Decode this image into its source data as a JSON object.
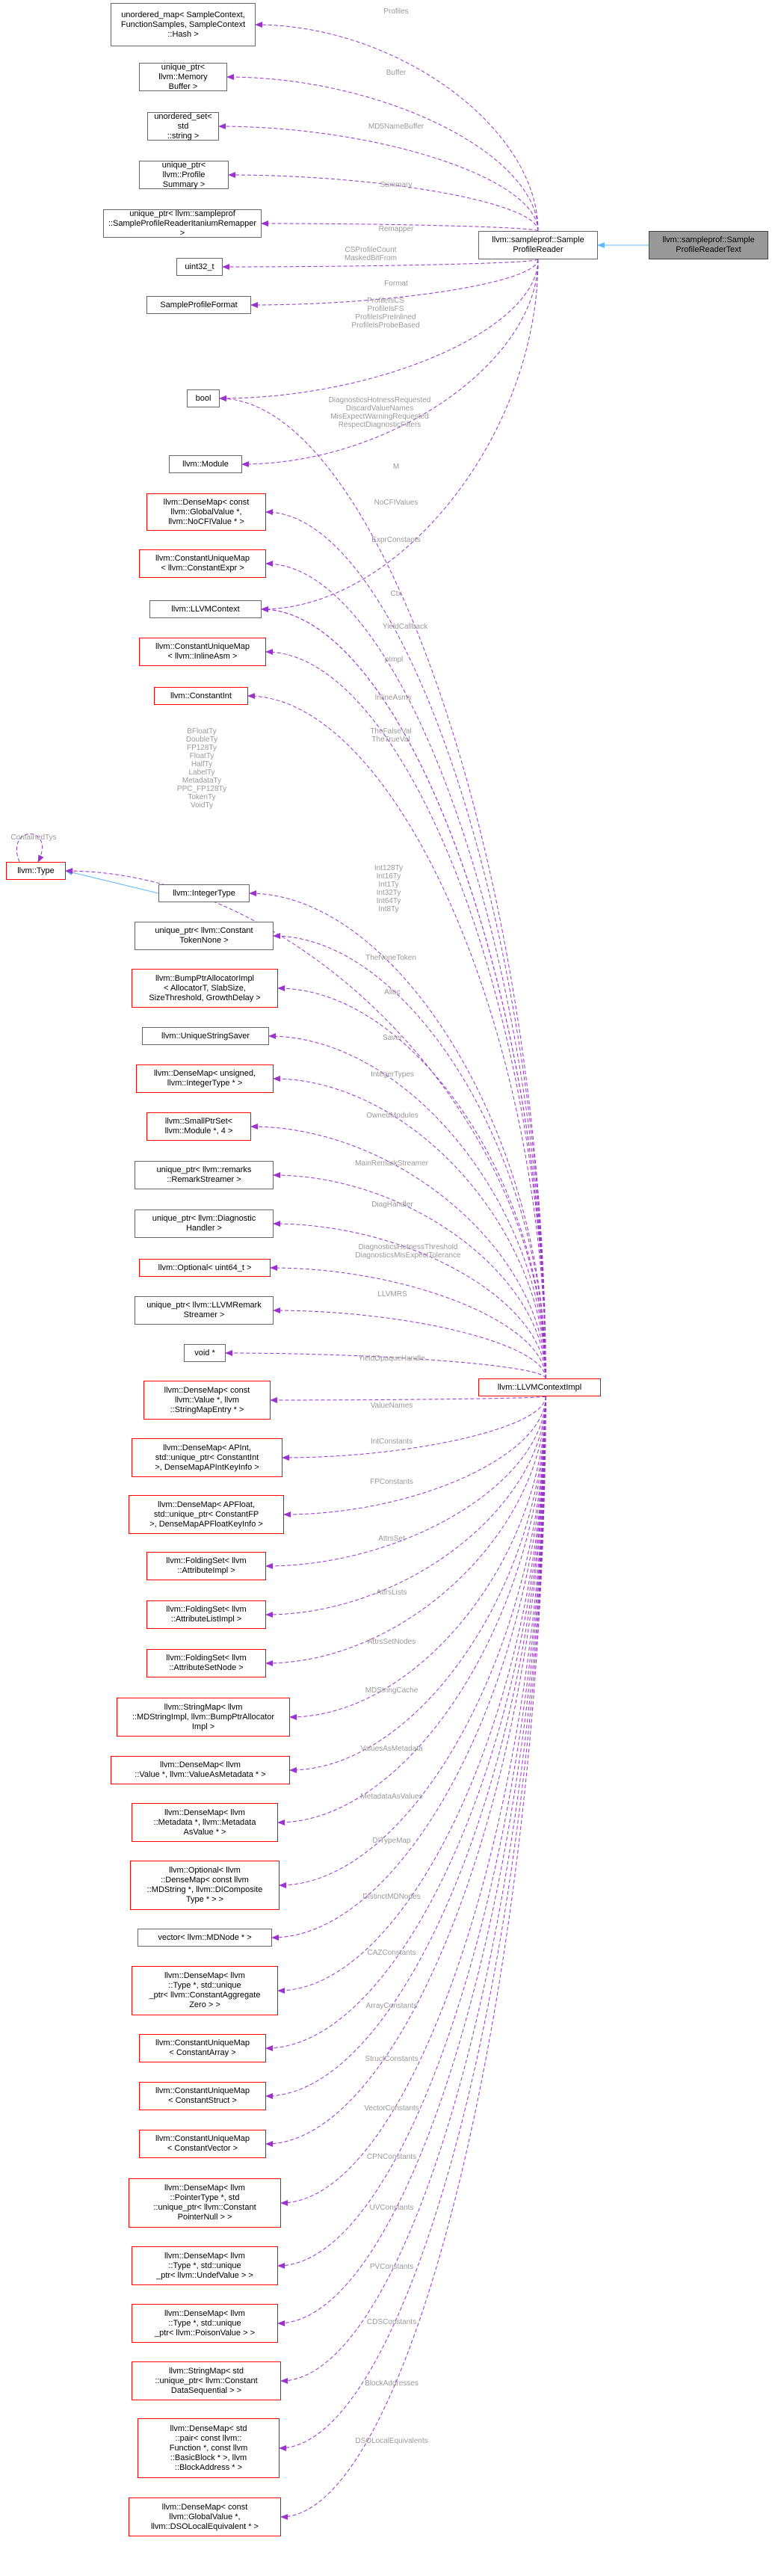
{
  "colors": {
    "usage_edge": "#9a32cd",
    "inherit_edge": "#63b8ff",
    "label": "#9a9a9a",
    "missing_border": "#ff0000"
  },
  "nodes": [
    {
      "id": "main",
      "label": "llvm::sampleprof::Sample\nProfileReaderText",
      "style": "grey"
    },
    {
      "id": "spr",
      "label": "llvm::sampleprof::Sample\nProfileReader",
      "style": "black"
    },
    {
      "id": "n_profiles",
      "label": "unordered_map< SampleContext,\nFunctionSamples, SampleContext\n::Hash >",
      "style": "black"
    },
    {
      "id": "n_buffer",
      "label": "unique_ptr< llvm::Memory\nBuffer >",
      "style": "black"
    },
    {
      "id": "n_md5",
      "label": "unordered_set< std\n::string >",
      "style": "black"
    },
    {
      "id": "n_summary",
      "label": "unique_ptr< llvm::Profile\nSummary >",
      "style": "black"
    },
    {
      "id": "n_remapper",
      "label": "unique_ptr< llvm::sampleprof\n::SampleProfileReaderItaniumRemapper >",
      "style": "black"
    },
    {
      "id": "n_uint32",
      "label": "uint32_t",
      "style": "black"
    },
    {
      "id": "n_format",
      "label": "SampleProfileFormat",
      "style": "black"
    },
    {
      "id": "n_bool",
      "label": "bool",
      "style": "black"
    },
    {
      "id": "n_module",
      "label": "llvm::Module",
      "style": "black"
    },
    {
      "id": "n_nocfi",
      "label": "llvm::DenseMap< const\nllvm::GlobalValue *,\nllvm::NoCFIValue * >",
      "style": "red"
    },
    {
      "id": "n_exprc",
      "label": "llvm::ConstantUniqueMap\n< llvm::ConstantExpr >",
      "style": "red"
    },
    {
      "id": "n_ctx",
      "label": "llvm::LLVMContext",
      "style": "black"
    },
    {
      "id": "n_inlineasm",
      "label": "llvm::ConstantUniqueMap\n< llvm::InlineAsm >",
      "style": "red"
    },
    {
      "id": "n_cint",
      "label": "llvm::ConstantInt",
      "style": "red"
    },
    {
      "id": "n_type",
      "label": "llvm::Type",
      "style": "red"
    },
    {
      "id": "n_inttype",
      "label": "llvm::IntegerType",
      "style": "black"
    },
    {
      "id": "n_tokennone",
      "label": "unique_ptr< llvm::Constant\nTokenNone >",
      "style": "black"
    },
    {
      "id": "n_alloc",
      "label": "llvm::BumpPtrAllocatorImpl\n< AllocatorT, SlabSize,\nSizeThreshold, GrowthDelay >",
      "style": "red"
    },
    {
      "id": "n_saver",
      "label": "llvm::UniqueStringSaver",
      "style": "black"
    },
    {
      "id": "n_inttypes",
      "label": "llvm::DenseMap< unsigned,\nllvm::IntegerType * >",
      "style": "red"
    },
    {
      "id": "n_ownedmods",
      "label": "llvm::SmallPtrSet<\nllvm::Module *, 4 >",
      "style": "red"
    },
    {
      "id": "n_remark",
      "label": "unique_ptr< llvm::remarks\n::RemarkStreamer >",
      "style": "black"
    },
    {
      "id": "n_diag",
      "label": "unique_ptr< llvm::Diagnostic\nHandler >",
      "style": "black"
    },
    {
      "id": "n_optional",
      "label": "llvm::Optional< uint64_t >",
      "style": "red"
    },
    {
      "id": "n_llvmrs",
      "label": "unique_ptr< llvm::LLVMRemark\nStreamer >",
      "style": "black"
    },
    {
      "id": "n_void",
      "label": "void *",
      "style": "black"
    },
    {
      "id": "n_valuenames",
      "label": "llvm::DenseMap< const\nllvm::Value *, llvm\n::StringMapEntry * >",
      "style": "red"
    },
    {
      "id": "n_apint",
      "label": "llvm::DenseMap< APInt,\nstd::unique_ptr< ConstantInt\n>, DenseMapAPIntKeyInfo >",
      "style": "red"
    },
    {
      "id": "n_apfloat",
      "label": "llvm::DenseMap< APFloat,\nstd::unique_ptr< ConstantFP\n>, DenseMapAPFloatKeyInfo >",
      "style": "red"
    },
    {
      "id": "n_attrs",
      "label": "llvm::FoldingSet< llvm\n::AttributeImpl >",
      "style": "red"
    },
    {
      "id": "n_attrlists",
      "label": "llvm::FoldingSet< llvm\n::AttributeListImpl >",
      "style": "red"
    },
    {
      "id": "n_attrset",
      "label": "llvm::FoldingSet< llvm\n::AttributeSetNode >",
      "style": "red"
    },
    {
      "id": "n_mdstring",
      "label": "llvm::StringMap< llvm\n::MDStringImpl, llvm::BumpPtrAllocator\nImpl >",
      "style": "red"
    },
    {
      "id": "n_valasmd",
      "label": "llvm::DenseMap< llvm\n::Value *, llvm::ValueAsMetadata * >",
      "style": "red"
    },
    {
      "id": "n_mdasval",
      "label": "llvm::DenseMap< llvm\n::Metadata *, llvm::Metadata\nAsValue * >",
      "style": "red"
    },
    {
      "id": "n_ditype",
      "label": "llvm::Optional< llvm\n::DenseMap< const llvm\n::MDString *, llvm::DIComposite\nType * > >",
      "style": "red"
    },
    {
      "id": "n_vecmd",
      "label": "vector< llvm::MDNode * >",
      "style": "black"
    },
    {
      "id": "n_caz",
      "label": "llvm::DenseMap< llvm\n::Type *, std::unique\n_ptr< llvm::ConstantAggregate\nZero > >",
      "style": "red"
    },
    {
      "id": "n_carray",
      "label": "llvm::ConstantUniqueMap\n< ConstantArray >",
      "style": "red"
    },
    {
      "id": "n_cstruct",
      "label": "llvm::ConstantUniqueMap\n< ConstantStruct >",
      "style": "red"
    },
    {
      "id": "n_cvector",
      "label": "llvm::ConstantUniqueMap\n< ConstantVector >",
      "style": "red"
    },
    {
      "id": "n_cpn",
      "label": "llvm::DenseMap< llvm\n::PointerType *, std\n::unique_ptr< llvm::Constant\nPointerNull > >",
      "style": "red"
    },
    {
      "id": "n_uv",
      "label": "llvm::DenseMap< llvm\n::Type *, std::unique\n_ptr< llvm::UndefValue > >",
      "style": "red"
    },
    {
      "id": "n_pv",
      "label": "llvm::DenseMap< llvm\n::Type *, std::unique\n_ptr< llvm::PoisonValue > >",
      "style": "red"
    },
    {
      "id": "n_cds",
      "label": "llvm::StringMap< std\n::unique_ptr< llvm::Constant\nDataSequential > >",
      "style": "red"
    },
    {
      "id": "n_blockaddr",
      "label": "llvm::DenseMap< std\n::pair< const llvm::\nFunction *, const llvm\n::BasicBlock * >, llvm\n::BlockAddress * >",
      "style": "red"
    },
    {
      "id": "n_dsolocal",
      "label": "llvm::DenseMap< const\nllvm::GlobalValue *,\nllvm::DSOLocalEquivalent * >",
      "style": "red"
    },
    {
      "id": "impl",
      "label": "llvm::LLVMContextImpl",
      "style": "red"
    }
  ],
  "edges": [
    {
      "from": "spr",
      "to": "main",
      "kind": "inherit",
      "label": ""
    },
    {
      "from": "type",
      "to": "inttype",
      "kind": "inherit",
      "label": ""
    },
    {
      "from": "n_profiles",
      "to": "spr",
      "kind": "usage",
      "label": "Profiles"
    },
    {
      "from": "n_buffer",
      "to": "spr",
      "kind": "usage",
      "label": "Buffer"
    },
    {
      "from": "n_md5",
      "to": "spr",
      "kind": "usage",
      "label": "MD5NameBuffer"
    },
    {
      "from": "n_summary",
      "to": "spr",
      "kind": "usage",
      "label": "Summary"
    },
    {
      "from": "n_remapper",
      "to": "spr",
      "kind": "usage",
      "label": "Remapper"
    },
    {
      "from": "n_uint32",
      "to": "spr",
      "kind": "usage",
      "label": "CSProfileCount\nMaskedBitFrom"
    },
    {
      "from": "n_format",
      "to": "spr",
      "kind": "usage",
      "label": "Format"
    },
    {
      "from": "n_bool",
      "to": "spr",
      "kind": "usage",
      "label": "ProfileIsCS\nProfileIsFS\nProfileIsPreInlined\nProfileIsProbeBased"
    },
    {
      "from": "n_bool",
      "to": "impl",
      "kind": "usage",
      "label": "DiagnosticsHotnessRequested\nDiscardValueNames\nMisExpectWarningRequested\nRespectDiagnosticFilters"
    },
    {
      "from": "n_module",
      "to": "spr",
      "kind": "usage",
      "label": "M"
    },
    {
      "from": "n_nocfi",
      "to": "impl",
      "kind": "usage",
      "label": "NoCFIValues"
    },
    {
      "from": "n_exprc",
      "to": "impl",
      "kind": "usage",
      "label": "ExprConstants"
    },
    {
      "from": "n_ctx",
      "to": "spr",
      "kind": "usage",
      "label": "Ctx"
    },
    {
      "from": "n_ctx",
      "to": "impl",
      "kind": "usage",
      "label": "YieldCallback"
    },
    {
      "from": "n_ctx",
      "to": "impl",
      "kind": "usage",
      "label": "pImpl"
    },
    {
      "from": "n_inlineasm",
      "to": "impl",
      "kind": "usage",
      "label": "InlineAsms"
    },
    {
      "from": "n_cint",
      "to": "impl",
      "kind": "usage",
      "label": "TheFalseVal\nTheTrueVal"
    },
    {
      "from": "n_type",
      "to": "impl",
      "kind": "usage",
      "label": "BFloatTy\nDoubleTy\nFP128Ty\nFloatTy\nHalfTy\nLabelTy\nMetadataTy\nPPC_FP128Ty\nTokenTy\nVoidTy"
    },
    {
      "from": "n_type",
      "to": "n_type",
      "kind": "usage",
      "label": "ContainedTys"
    },
    {
      "from": "n_inttype",
      "to": "impl",
      "kind": "usage",
      "label": "Int128Ty\nInt16Ty\nInt1Ty\nInt32Ty\nInt64Ty\nInt8Ty"
    },
    {
      "from": "n_tokennone",
      "to": "impl",
      "kind": "usage",
      "label": "TheNoneToken"
    },
    {
      "from": "n_alloc",
      "to": "impl",
      "kind": "usage",
      "label": "Alloc"
    },
    {
      "from": "n_saver",
      "to": "impl",
      "kind": "usage",
      "label": "Saver"
    },
    {
      "from": "n_inttypes",
      "to": "impl",
      "kind": "usage",
      "label": "IntegerTypes"
    },
    {
      "from": "n_ownedmods",
      "to": "impl",
      "kind": "usage",
      "label": "OwnedModules"
    },
    {
      "from": "n_remark",
      "to": "impl",
      "kind": "usage",
      "label": "MainRemarkStreamer"
    },
    {
      "from": "n_diag",
      "to": "impl",
      "kind": "usage",
      "label": "DiagHandler"
    },
    {
      "from": "n_optional",
      "to": "impl",
      "kind": "usage",
      "label": "DiagnosticsHotnessThreshold\nDiagnosticsMisExpectTolerance"
    },
    {
      "from": "n_llvmrs",
      "to": "impl",
      "kind": "usage",
      "label": "LLVMRS"
    },
    {
      "from": "n_void",
      "to": "impl",
      "kind": "usage",
      "label": "YieldOpaqueHandle"
    },
    {
      "from": "n_valuenames",
      "to": "impl",
      "kind": "usage",
      "label": "ValueNames"
    },
    {
      "from": "n_apint",
      "to": "impl",
      "kind": "usage",
      "label": "IntConstants"
    },
    {
      "from": "n_apfloat",
      "to": "impl",
      "kind": "usage",
      "label": "FPConstants"
    },
    {
      "from": "n_attrs",
      "to": "impl",
      "kind": "usage",
      "label": "AttrsSet"
    },
    {
      "from": "n_attrlists",
      "to": "impl",
      "kind": "usage",
      "label": "AttrsLists"
    },
    {
      "from": "n_attrset",
      "to": "impl",
      "kind": "usage",
      "label": "AttrsSetNodes"
    },
    {
      "from": "n_mdstring",
      "to": "impl",
      "kind": "usage",
      "label": "MDStringCache"
    },
    {
      "from": "n_valasmd",
      "to": "impl",
      "kind": "usage",
      "label": "ValuesAsMetadata"
    },
    {
      "from": "n_mdasval",
      "to": "impl",
      "kind": "usage",
      "label": "MetadataAsValues"
    },
    {
      "from": "n_ditype",
      "to": "impl",
      "kind": "usage",
      "label": "DITypeMap"
    },
    {
      "from": "n_vecmd",
      "to": "impl",
      "kind": "usage",
      "label": "DistinctMDNodes"
    },
    {
      "from": "n_caz",
      "to": "impl",
      "kind": "usage",
      "label": "CAZConstants"
    },
    {
      "from": "n_carray",
      "to": "impl",
      "kind": "usage",
      "label": "ArrayConstants"
    },
    {
      "from": "n_cstruct",
      "to": "impl",
      "kind": "usage",
      "label": "StructConstants"
    },
    {
      "from": "n_cvector",
      "to": "impl",
      "kind": "usage",
      "label": "VectorConstants"
    },
    {
      "from": "n_cpn",
      "to": "impl",
      "kind": "usage",
      "label": "CPNConstants"
    },
    {
      "from": "n_uv",
      "to": "impl",
      "kind": "usage",
      "label": "UVConstants"
    },
    {
      "from": "n_pv",
      "to": "impl",
      "kind": "usage",
      "label": "PVConstants"
    },
    {
      "from": "n_cds",
      "to": "impl",
      "kind": "usage",
      "label": "CDSConstants"
    },
    {
      "from": "n_blockaddr",
      "to": "impl",
      "kind": "usage",
      "label": "BlockAddresses"
    },
    {
      "from": "n_dsolocal",
      "to": "impl",
      "kind": "usage",
      "label": "DSOLocalEquivalents"
    }
  ]
}
